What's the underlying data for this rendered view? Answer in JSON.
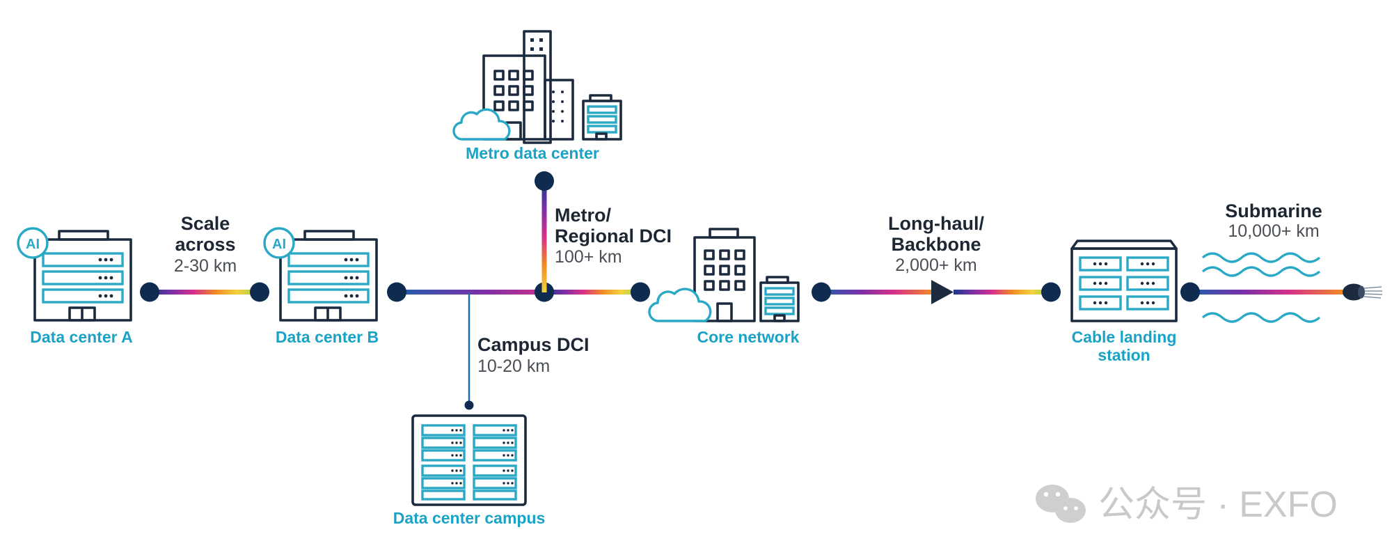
{
  "nodes": {
    "dc_a": "Data center A",
    "dc_b": "Data center B",
    "metro_dc": "Metro data center",
    "core": "Core network",
    "campus": "Data center campus",
    "cls_line1": "Cable landing",
    "cls_line2": "station",
    "ai_badge": "AI"
  },
  "links": {
    "scale_line1": "Scale",
    "scale_line2": "across",
    "scale_dist": "2-30 km",
    "metro_line1": "Metro/",
    "metro_line2": "Regional DCI",
    "metro_dist": "100+ km",
    "campus_title": "Campus DCI",
    "campus_dist": "10-20 km",
    "longhaul_line1": "Long-haul/",
    "longhaul_line2": "Backbone",
    "longhaul_dist": "2,000+ km",
    "sub_title": "Submarine",
    "sub_dist": "10,000+ km"
  },
  "watermark": "公众号 · EXFO",
  "colors": {
    "label_cyan": "#1aa3c4",
    "icon_ink": "#1b2a3f",
    "node_navy": "#0f2b4f",
    "icon_cyan": "#2aa9c7"
  }
}
